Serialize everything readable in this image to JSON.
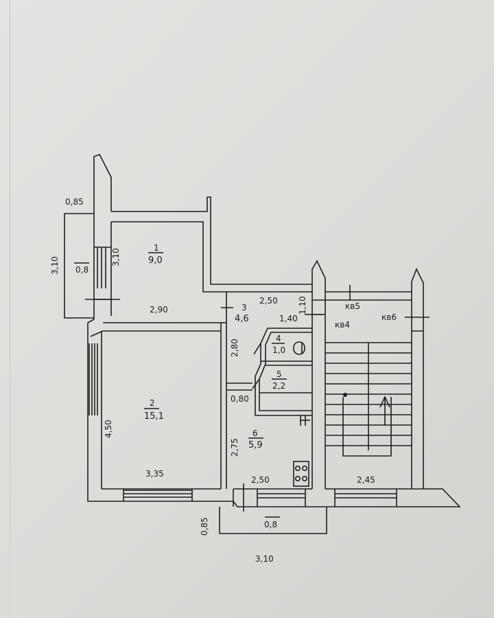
{
  "plan": {
    "rooms": [
      {
        "number": "1",
        "area": "9,0"
      },
      {
        "number": "2",
        "area": "15,1"
      },
      {
        "number": "3",
        "area": "4,6"
      },
      {
        "number": "4",
        "area": "1,0"
      },
      {
        "number": "5",
        "area": "2,2"
      },
      {
        "number": "6",
        "area": "5,9"
      }
    ],
    "balconies": [
      {
        "area": "0,8"
      },
      {
        "area": "0,8"
      }
    ],
    "dimensions": {
      "balcony_top_depth": "0,85",
      "balcony_top_length": "3,10",
      "room1_height": "3,10",
      "room1_width": "2,90",
      "room2_height": "4,50",
      "room2_width": "3,35",
      "corridor_width": "2,50",
      "corridor_height": "2,80",
      "corridor_short": "1,40",
      "corridor_side": "1,10",
      "wc_width": "0,80",
      "kitchen_height": "2,75",
      "kitchen_width": "2,50",
      "stair_width": "2,45",
      "balcony_bottom_depth": "0,85",
      "balcony_bottom_length": "3,10"
    },
    "apartments": {
      "kv4": "кв4",
      "kv5": "кв5",
      "kv6": "кв6"
    }
  }
}
